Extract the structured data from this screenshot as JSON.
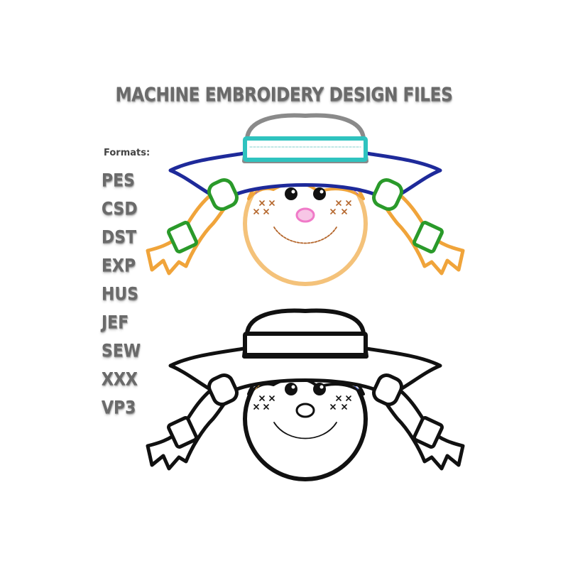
{
  "title": "MACHINE EMBROIDERY DESIGN FILES",
  "formats_label": "Formats:",
  "formats": [
    "PES",
    "CSD",
    "DST",
    "EXP",
    "HUS",
    "JEF",
    "SEW",
    "XXX",
    "VP3"
  ],
  "colors": {
    "title_text": "#6a6a6a",
    "hat_crown": "#8a8a8a",
    "hat_band": "#2fc3bf",
    "hat_brim": "#1e2a9a",
    "hair_braid": "#f0a43a",
    "hair_tie": "#2a9a2a",
    "face": "#f4c27a",
    "nose": "#f07ac8",
    "outline_version": "#111111"
  },
  "icons": [
    "colored-girl-face-embroidery",
    "outline-girl-face-embroidery"
  ]
}
